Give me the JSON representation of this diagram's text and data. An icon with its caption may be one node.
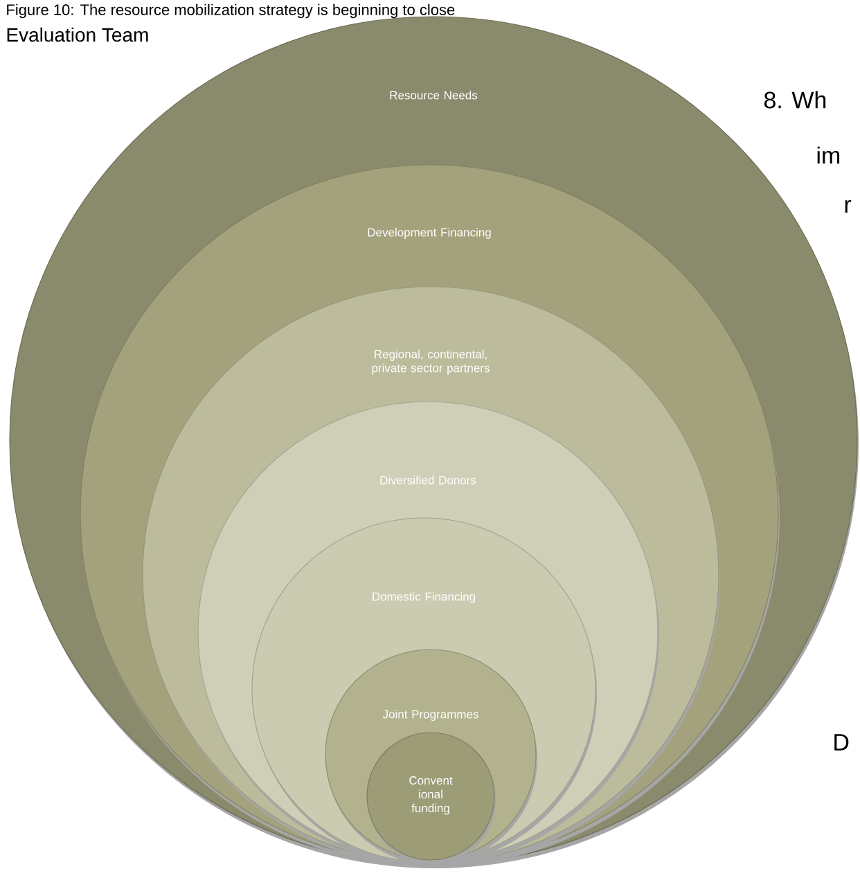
{
  "diagram": {
    "nodes": [
      {
        "text": [
          "Resource Needs"
        ]
      },
      {
        "text": [
          "Development Financing"
        ],
        "in": 0
      },
      {
        "text": [
          "Regional, continental, private sector partners"
        ],
        "in": 1
      },
      {
        "text": [
          "Diversified Donors"
        ],
        "in": 2
      },
      {
        "text": [
          "Domestic Financing"
        ],
        "in": 3
      },
      {
        "text": [
          "Joint Programmes"
        ],
        "in": 4
      },
      {
        "text": [
          "Convent ional funding"
        ],
        "in": 5
      }
    ],
    "labels": [
      "Figure 10: The resource mobilization strategy is beginning to close",
      "Evaluation Team",
      "8. Wh",
      "im",
      "r",
      "D"
    ]
  }
}
